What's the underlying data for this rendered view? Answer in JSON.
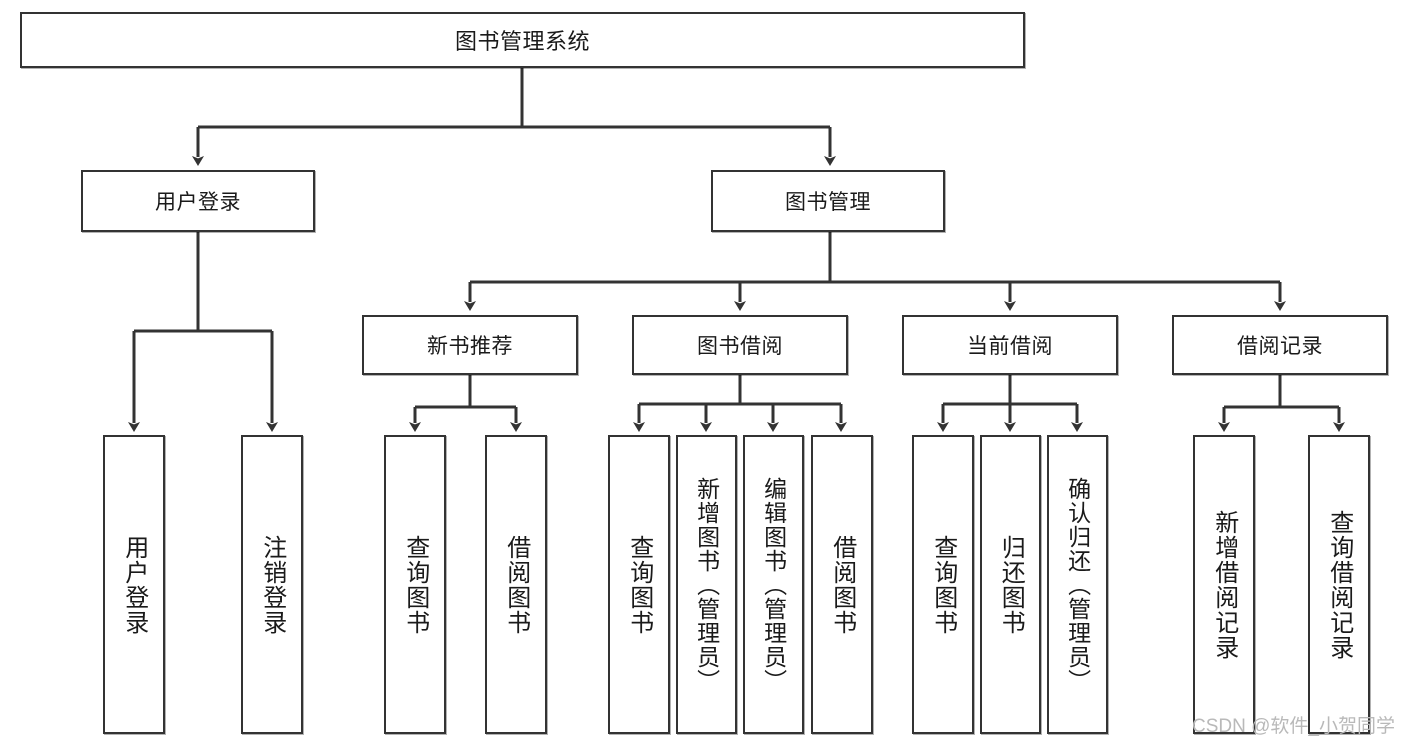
{
  "diagram": {
    "title": "图书管理系统",
    "type": "tree",
    "watermark": "CSDN @软件_小贺同学",
    "colors": {
      "node_border": "#333333",
      "node_fill": "#ffffff",
      "edge": "#333333",
      "text": "#1a1a1a",
      "watermark": "#b9b9b9"
    },
    "nodes": {
      "root": {
        "label": "图书管理系统"
      },
      "level2": [
        {
          "id": "user-login",
          "label": "用户登录"
        },
        {
          "id": "book-management",
          "label": "图书管理"
        }
      ],
      "level3": [
        {
          "id": "new-book-recommend",
          "label": "新书推荐"
        },
        {
          "id": "book-borrow",
          "label": "图书借阅"
        },
        {
          "id": "current-borrow",
          "label": "当前借阅"
        },
        {
          "id": "borrow-record",
          "label": "借阅记录"
        }
      ],
      "leaves": {
        "user_login": [
          {
            "id": "leaf-user-login",
            "label": "用户登录"
          },
          {
            "id": "leaf-logout-login",
            "label": "注销登录"
          }
        ],
        "new_book_recommend": [
          {
            "id": "leaf-query-book-1",
            "label": "查询图书"
          },
          {
            "id": "leaf-borrow-book-1",
            "label": "借阅图书"
          }
        ],
        "book_borrow": [
          {
            "id": "leaf-query-book-2",
            "label": "查询图书"
          },
          {
            "id": "leaf-add-book",
            "label": "新增图书（管理员）"
          },
          {
            "id": "leaf-edit-book",
            "label": "编辑图书（管理员）"
          },
          {
            "id": "leaf-borrow-book-2",
            "label": "借阅图书"
          }
        ],
        "current_borrow": [
          {
            "id": "leaf-query-book-3",
            "label": "查询图书"
          },
          {
            "id": "leaf-return-book",
            "label": "归还图书"
          },
          {
            "id": "leaf-confirm-return",
            "label": "确认归还（管理员）"
          }
        ],
        "borrow_record": [
          {
            "id": "leaf-add-borrow-record",
            "label": "新增借阅记录"
          },
          {
            "id": "leaf-query-borrow-record",
            "label": "查询借阅记录"
          }
        ]
      }
    }
  }
}
